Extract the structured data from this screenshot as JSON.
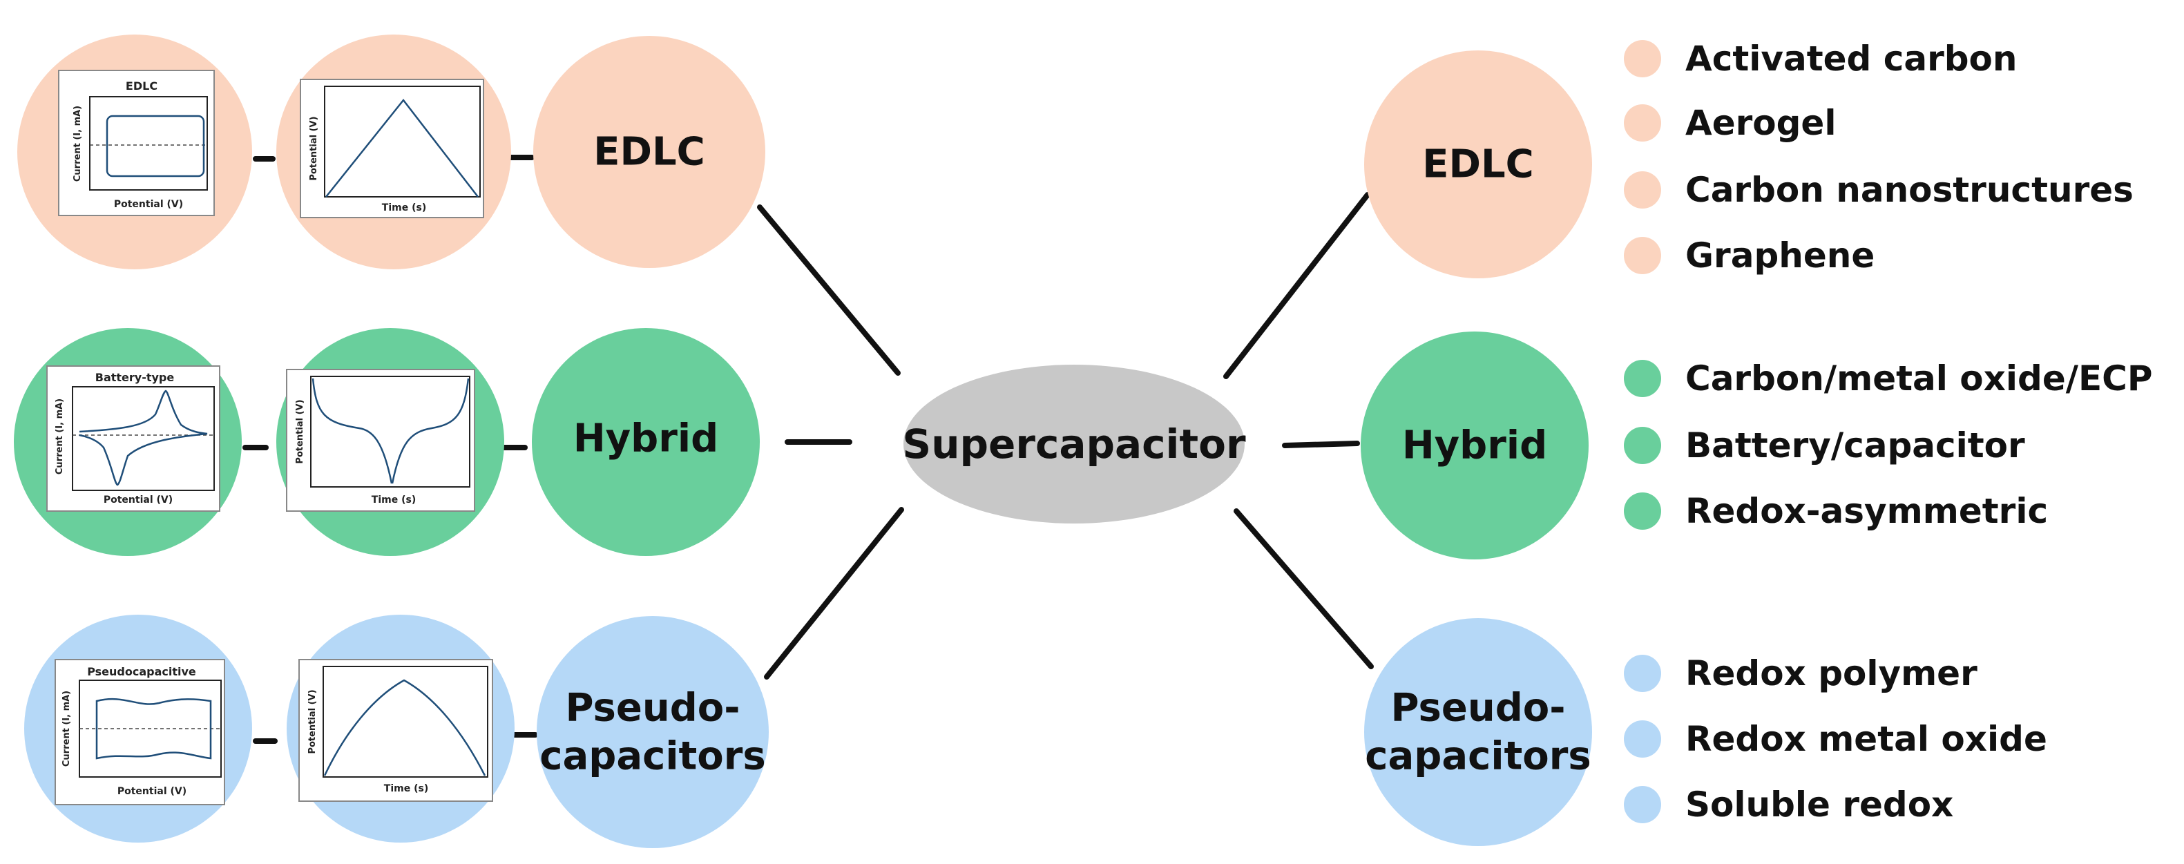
{
  "center": {
    "label": "Supercapacitor",
    "color": "#c8c8c8"
  },
  "colors": {
    "edlc": "#fbd4bf",
    "hybrid": "#69cf9c",
    "pseudo": "#b5d8f7",
    "line": "#111111",
    "trace": "#1f4e79"
  },
  "left": [
    {
      "id": "edlc",
      "name": "EDLC",
      "cv": {
        "title": "EDLC",
        "ylabel": "Current (I, mA)",
        "xlabel": "Potential (V)"
      },
      "gcd": {
        "ylabel": "Potential (V)",
        "xlabel": "Time (s)"
      }
    },
    {
      "id": "hybrid",
      "name": "Hybrid",
      "cv": {
        "title": "Battery-type",
        "ylabel": "Current (I, mA)",
        "xlabel": "Potential (V)"
      },
      "gcd": {
        "ylabel": "Potential (V)",
        "xlabel": "Time (s)"
      }
    },
    {
      "id": "pseudo",
      "name_lines": [
        "Pseudo-",
        "capacitors"
      ],
      "cv": {
        "title": "Pseudocapacitive",
        "ylabel": "Current (I, mA)",
        "xlabel": "Potential (V)"
      },
      "gcd": {
        "ylabel": "Potential (V)",
        "xlabel": "Time (s)"
      }
    }
  ],
  "right": [
    {
      "id": "edlc",
      "name": "EDLC",
      "items": [
        "Activated carbon",
        "Aerogel",
        "Carbon nanostructures",
        "Graphene"
      ]
    },
    {
      "id": "hybrid",
      "name": "Hybrid",
      "items": [
        "Carbon/metal oxide/ECP",
        "Battery/capacitor",
        "Redox-asymmetric"
      ]
    },
    {
      "id": "pseudo",
      "name_lines": [
        "Pseudo-",
        "capacitors"
      ],
      "items": [
        "Redox polymer",
        "Redox metal oxide",
        "Soluble redox"
      ]
    }
  ]
}
